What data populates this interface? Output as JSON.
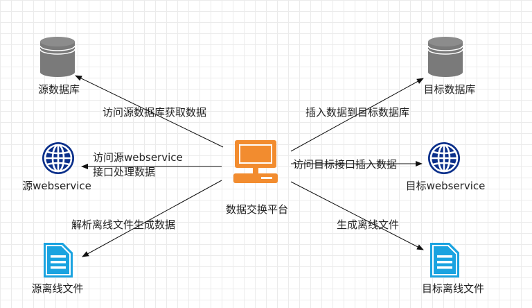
{
  "nodes": {
    "platform": {
      "label": "数据交换平台",
      "icon": "computer-icon"
    },
    "source_db": {
      "label": "源数据库",
      "icon": "database-icon"
    },
    "target_db": {
      "label": "目标数据库",
      "icon": "database-icon"
    },
    "source_ws": {
      "label": "源webservice",
      "icon": "globe-icon"
    },
    "target_ws": {
      "label": "目标webservice",
      "icon": "globe-icon"
    },
    "source_file": {
      "label": "源离线文件",
      "icon": "document-icon"
    },
    "target_file": {
      "label": "目标离线文件",
      "icon": "document-icon"
    }
  },
  "edges": {
    "to_source_db": "访问源数据库获取数据",
    "to_target_db": "插入数据到目标数据库",
    "to_source_ws_line1": "访问源webservice",
    "to_source_ws_line2": "接口处理数据",
    "to_target_ws": "访问目标接口插入数据",
    "to_source_file": "解析离线文件生成数据",
    "to_target_file": "生成离线文件"
  },
  "colors": {
    "database": "#7a7a7a",
    "globe": "#0a2f8a",
    "document": "#1aa3e0",
    "computer": "#f28c2f",
    "edge": "#111111"
  }
}
